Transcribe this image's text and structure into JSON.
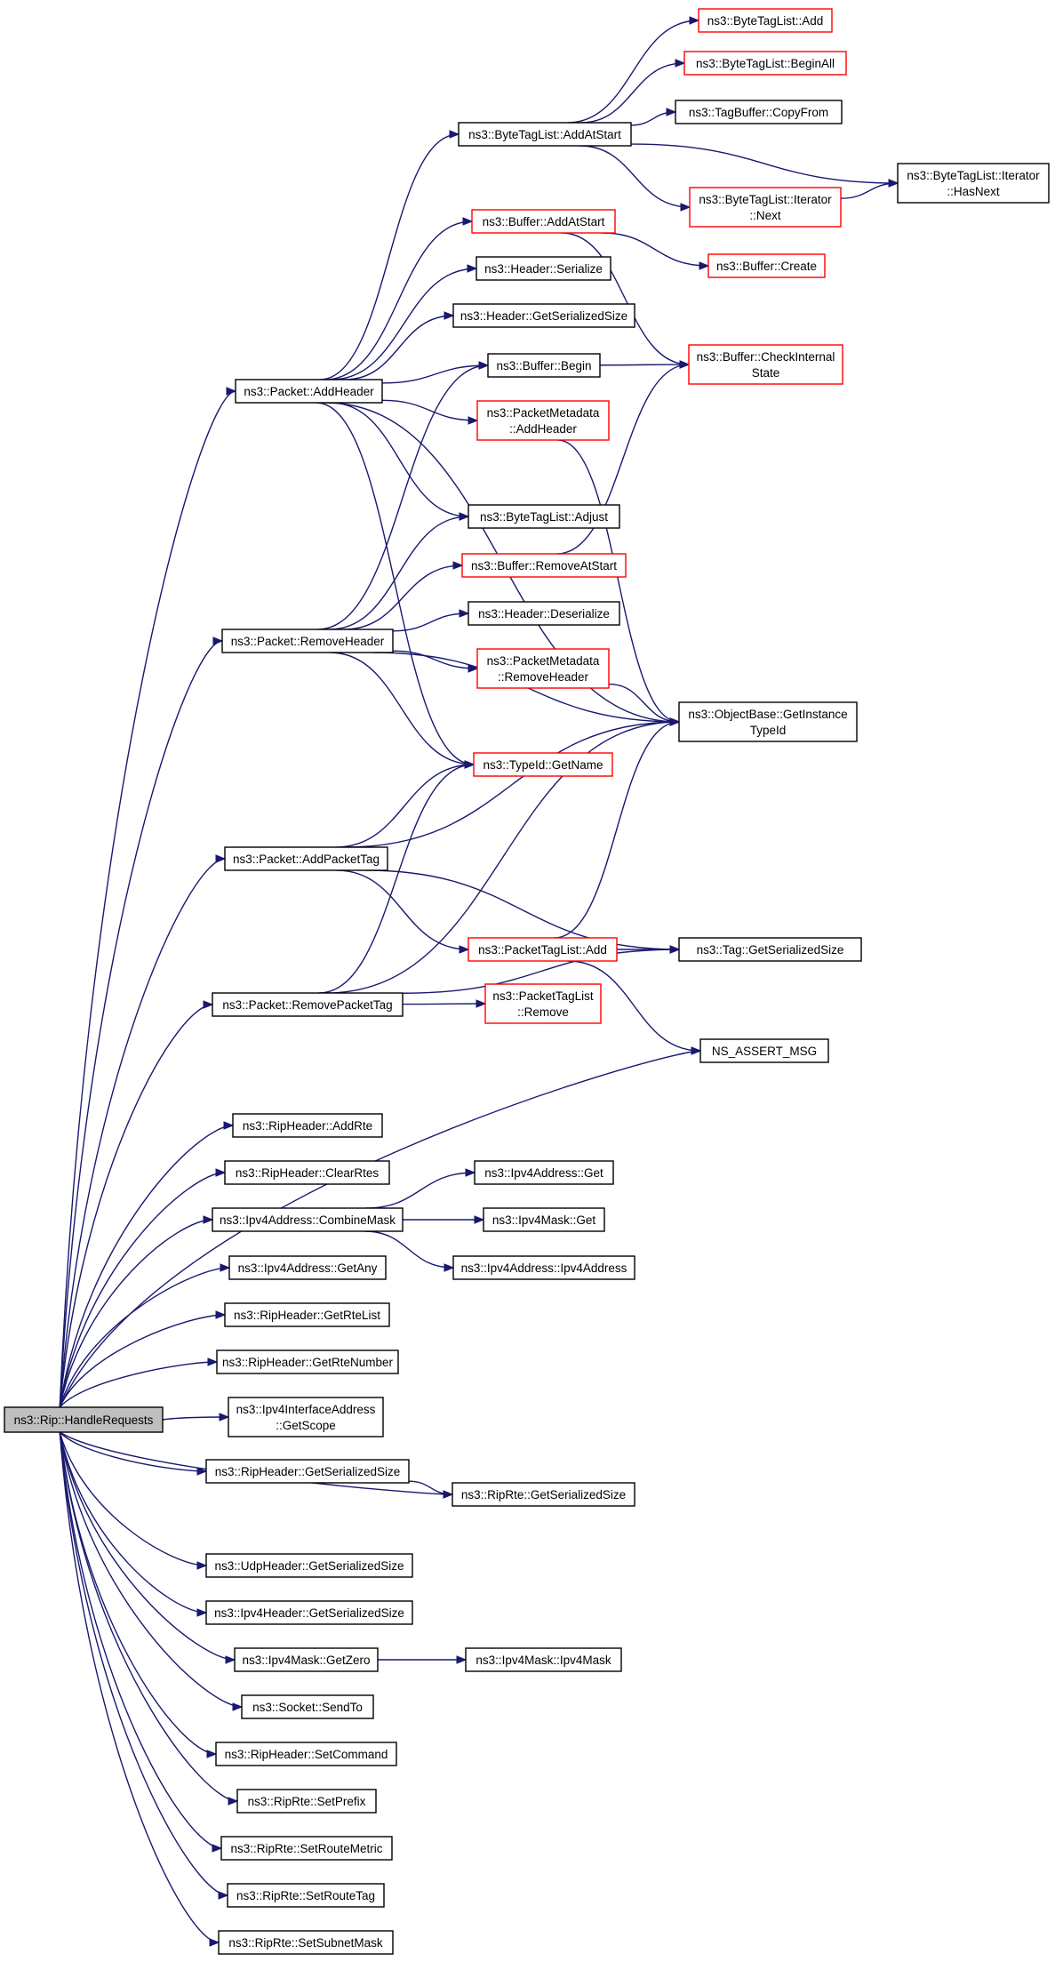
{
  "title": "",
  "nodes": [
    {
      "id": "root",
      "lines": [
        "ns3::Rip::HandleRequests"
      ],
      "style": "root"
    },
    {
      "id": "addHeader",
      "lines": [
        "ns3::Packet::AddHeader"
      ],
      "style": "normal"
    },
    {
      "id": "removeHeader",
      "lines": [
        "ns3::Packet::RemoveHeader"
      ],
      "style": "normal"
    },
    {
      "id": "addPacketTag",
      "lines": [
        "ns3::Packet::AddPacketTag"
      ],
      "style": "normal"
    },
    {
      "id": "removePacketTag",
      "lines": [
        "ns3::Packet::RemovePacketTag"
      ],
      "style": "normal"
    },
    {
      "id": "ripAddRte",
      "lines": [
        "ns3::RipHeader::AddRte"
      ],
      "style": "normal"
    },
    {
      "id": "ripClearRtes",
      "lines": [
        "ns3::RipHeader::ClearRtes"
      ],
      "style": "normal"
    },
    {
      "id": "combineMask",
      "lines": [
        "ns3::Ipv4Address::CombineMask"
      ],
      "style": "normal"
    },
    {
      "id": "getAny",
      "lines": [
        "ns3::Ipv4Address::GetAny"
      ],
      "style": "normal"
    },
    {
      "id": "getRteList",
      "lines": [
        "ns3::RipHeader::GetRteList"
      ],
      "style": "normal"
    },
    {
      "id": "getRteNumber",
      "lines": [
        "ns3::RipHeader::GetRteNumber"
      ],
      "style": "normal"
    },
    {
      "id": "getScope",
      "lines": [
        "ns3::Ipv4InterfaceAddress",
        "::GetScope"
      ],
      "style": "normal"
    },
    {
      "id": "ripHdrSize",
      "lines": [
        "ns3::RipHeader::GetSerializedSize"
      ],
      "style": "normal"
    },
    {
      "id": "udpHdrSize",
      "lines": [
        "ns3::UdpHeader::GetSerializedSize"
      ],
      "style": "normal"
    },
    {
      "id": "ipv4HdrSize",
      "lines": [
        "ns3::Ipv4Header::GetSerializedSize"
      ],
      "style": "normal"
    },
    {
      "id": "maskGetZero",
      "lines": [
        "ns3::Ipv4Mask::GetZero"
      ],
      "style": "normal"
    },
    {
      "id": "sendTo",
      "lines": [
        "ns3::Socket::SendTo"
      ],
      "style": "normal"
    },
    {
      "id": "setCommand",
      "lines": [
        "ns3::RipHeader::SetCommand"
      ],
      "style": "normal"
    },
    {
      "id": "setPrefix",
      "lines": [
        "ns3::RipRte::SetPrefix"
      ],
      "style": "normal"
    },
    {
      "id": "setRouteMetric",
      "lines": [
        "ns3::RipRte::SetRouteMetric"
      ],
      "style": "normal"
    },
    {
      "id": "setRouteTag",
      "lines": [
        "ns3::RipRte::SetRouteTag"
      ],
      "style": "normal"
    },
    {
      "id": "setSubnetMask",
      "lines": [
        "ns3::RipRte::SetSubnetMask"
      ],
      "style": "normal"
    },
    {
      "id": "btlAddAtStart",
      "lines": [
        "ns3::ByteTagList::AddAtStart"
      ],
      "style": "normal"
    },
    {
      "id": "bufAddAtStart",
      "lines": [
        "ns3::Buffer::AddAtStart"
      ],
      "style": "red"
    },
    {
      "id": "hdrSerialize",
      "lines": [
        "ns3::Header::Serialize"
      ],
      "style": "normal"
    },
    {
      "id": "hdrGetSize",
      "lines": [
        "ns3::Header::GetSerializedSize"
      ],
      "style": "normal"
    },
    {
      "id": "bufBegin",
      "lines": [
        "ns3::Buffer::Begin"
      ],
      "style": "normal"
    },
    {
      "id": "pmAddHeader",
      "lines": [
        "ns3::PacketMetadata",
        "::AddHeader"
      ],
      "style": "red"
    },
    {
      "id": "btlAdjust",
      "lines": [
        "ns3::ByteTagList::Adjust"
      ],
      "style": "normal"
    },
    {
      "id": "bufRemoveAtStart",
      "lines": [
        "ns3::Buffer::RemoveAtStart"
      ],
      "style": "red"
    },
    {
      "id": "hdrDeserialize",
      "lines": [
        "ns3::Header::Deserialize"
      ],
      "style": "normal"
    },
    {
      "id": "pmRemoveHeader",
      "lines": [
        "ns3::PacketMetadata",
        "::RemoveHeader"
      ],
      "style": "red"
    },
    {
      "id": "typeIdGetName",
      "lines": [
        "ns3::TypeId::GetName"
      ],
      "style": "red"
    },
    {
      "id": "ptlAdd",
      "lines": [
        "ns3::PacketTagList::Add"
      ],
      "style": "red"
    },
    {
      "id": "ptlRemove",
      "lines": [
        "ns3::PacketTagList",
        "::Remove"
      ],
      "style": "red"
    },
    {
      "id": "ipv4AddrGet",
      "lines": [
        "ns3::Ipv4Address::Get"
      ],
      "style": "normal"
    },
    {
      "id": "ipv4MaskGet",
      "lines": [
        "ns3::Ipv4Mask::Get"
      ],
      "style": "normal"
    },
    {
      "id": "ipv4AddrCtor",
      "lines": [
        "ns3::Ipv4Address::Ipv4Address"
      ],
      "style": "normal"
    },
    {
      "id": "ripRteSize",
      "lines": [
        "ns3::RipRte::GetSerializedSize"
      ],
      "style": "normal"
    },
    {
      "id": "ipv4MaskCtor",
      "lines": [
        "ns3::Ipv4Mask::Ipv4Mask"
      ],
      "style": "normal"
    },
    {
      "id": "btlAdd",
      "lines": [
        "ns3::ByteTagList::Add"
      ],
      "style": "red"
    },
    {
      "id": "btlBeginAll",
      "lines": [
        "ns3::ByteTagList::BeginAll"
      ],
      "style": "red"
    },
    {
      "id": "tbCopyFrom",
      "lines": [
        "ns3::TagBuffer::CopyFrom"
      ],
      "style": "normal"
    },
    {
      "id": "btlIterNext",
      "lines": [
        "ns3::ByteTagList::Iterator",
        "::Next"
      ],
      "style": "red"
    },
    {
      "id": "bufCreate",
      "lines": [
        "ns3::Buffer::Create"
      ],
      "style": "red"
    },
    {
      "id": "bufCheckState",
      "lines": [
        "ns3::Buffer::CheckInternal",
        "State"
      ],
      "style": "red"
    },
    {
      "id": "objGetInstanceTypeId",
      "lines": [
        "ns3::ObjectBase::GetInstance",
        "TypeId"
      ],
      "style": "normal"
    },
    {
      "id": "tagGetSize",
      "lines": [
        "ns3::Tag::GetSerializedSize"
      ],
      "style": "normal"
    },
    {
      "id": "nsAssertMsg",
      "lines": [
        "NS_ASSERT_MSG"
      ],
      "style": "normal"
    },
    {
      "id": "btlIterHasNext",
      "lines": [
        "ns3::ByteTagList::Iterator",
        "::HasNext"
      ],
      "style": "normal"
    }
  ],
  "edges": [
    [
      "root",
      "addHeader"
    ],
    [
      "root",
      "removeHeader"
    ],
    [
      "root",
      "addPacketTag"
    ],
    [
      "root",
      "removePacketTag"
    ],
    [
      "root",
      "nsAssertMsg"
    ],
    [
      "root",
      "ripAddRte"
    ],
    [
      "root",
      "ripClearRtes"
    ],
    [
      "root",
      "combineMask"
    ],
    [
      "root",
      "getAny"
    ],
    [
      "root",
      "getRteList"
    ],
    [
      "root",
      "getRteNumber"
    ],
    [
      "root",
      "getScope"
    ],
    [
      "root",
      "ripHdrSize"
    ],
    [
      "root",
      "ripRteSize"
    ],
    [
      "root",
      "udpHdrSize"
    ],
    [
      "root",
      "ipv4HdrSize"
    ],
    [
      "root",
      "maskGetZero"
    ],
    [
      "root",
      "sendTo"
    ],
    [
      "root",
      "setCommand"
    ],
    [
      "root",
      "setPrefix"
    ],
    [
      "root",
      "setRouteMetric"
    ],
    [
      "root",
      "setRouteTag"
    ],
    [
      "root",
      "setSubnetMask"
    ],
    [
      "addHeader",
      "btlAddAtStart"
    ],
    [
      "addHeader",
      "bufAddAtStart"
    ],
    [
      "addHeader",
      "hdrSerialize"
    ],
    [
      "addHeader",
      "hdrGetSize"
    ],
    [
      "addHeader",
      "bufBegin"
    ],
    [
      "addHeader",
      "pmAddHeader"
    ],
    [
      "addHeader",
      "btlAdjust"
    ],
    [
      "addHeader",
      "objGetInstanceTypeId"
    ],
    [
      "addHeader",
      "typeIdGetName"
    ],
    [
      "removeHeader",
      "bufBegin"
    ],
    [
      "removeHeader",
      "btlAdjust"
    ],
    [
      "removeHeader",
      "bufRemoveAtStart"
    ],
    [
      "removeHeader",
      "hdrDeserialize"
    ],
    [
      "removeHeader",
      "pmRemoveHeader"
    ],
    [
      "removeHeader",
      "objGetInstanceTypeId"
    ],
    [
      "removeHeader",
      "typeIdGetName"
    ],
    [
      "addPacketTag",
      "typeIdGetName"
    ],
    [
      "addPacketTag",
      "objGetInstanceTypeId"
    ],
    [
      "addPacketTag",
      "ptlAdd"
    ],
    [
      "addPacketTag",
      "tagGetSize"
    ],
    [
      "removePacketTag",
      "typeIdGetName"
    ],
    [
      "removePacketTag",
      "objGetInstanceTypeId"
    ],
    [
      "removePacketTag",
      "ptlRemove"
    ],
    [
      "removePacketTag",
      "tagGetSize"
    ],
    [
      "btlAddAtStart",
      "btlAdd"
    ],
    [
      "btlAddAtStart",
      "btlBeginAll"
    ],
    [
      "btlAddAtStart",
      "tbCopyFrom"
    ],
    [
      "btlAddAtStart",
      "btlIterHasNext"
    ],
    [
      "btlAddAtStart",
      "btlIterNext"
    ],
    [
      "btlIterNext",
      "btlIterHasNext"
    ],
    [
      "bufAddAtStart",
      "bufCreate"
    ],
    [
      "bufAddAtStart",
      "bufCheckState"
    ],
    [
      "bufBegin",
      "bufCheckState"
    ],
    [
      "bufRemoveAtStart",
      "bufCheckState"
    ],
    [
      "pmAddHeader",
      "objGetInstanceTypeId"
    ],
    [
      "pmRemoveHeader",
      "objGetInstanceTypeId"
    ],
    [
      "ptlAdd",
      "objGetInstanceTypeId"
    ],
    [
      "ptlAdd",
      "tagGetSize"
    ],
    [
      "ptlAdd",
      "nsAssertMsg"
    ],
    [
      "combineMask",
      "ipv4AddrGet"
    ],
    [
      "combineMask",
      "ipv4MaskGet"
    ],
    [
      "combineMask",
      "ipv4AddrCtor"
    ],
    [
      "ripHdrSize",
      "ripRteSize"
    ],
    [
      "maskGetZero",
      "ipv4MaskCtor"
    ]
  ]
}
